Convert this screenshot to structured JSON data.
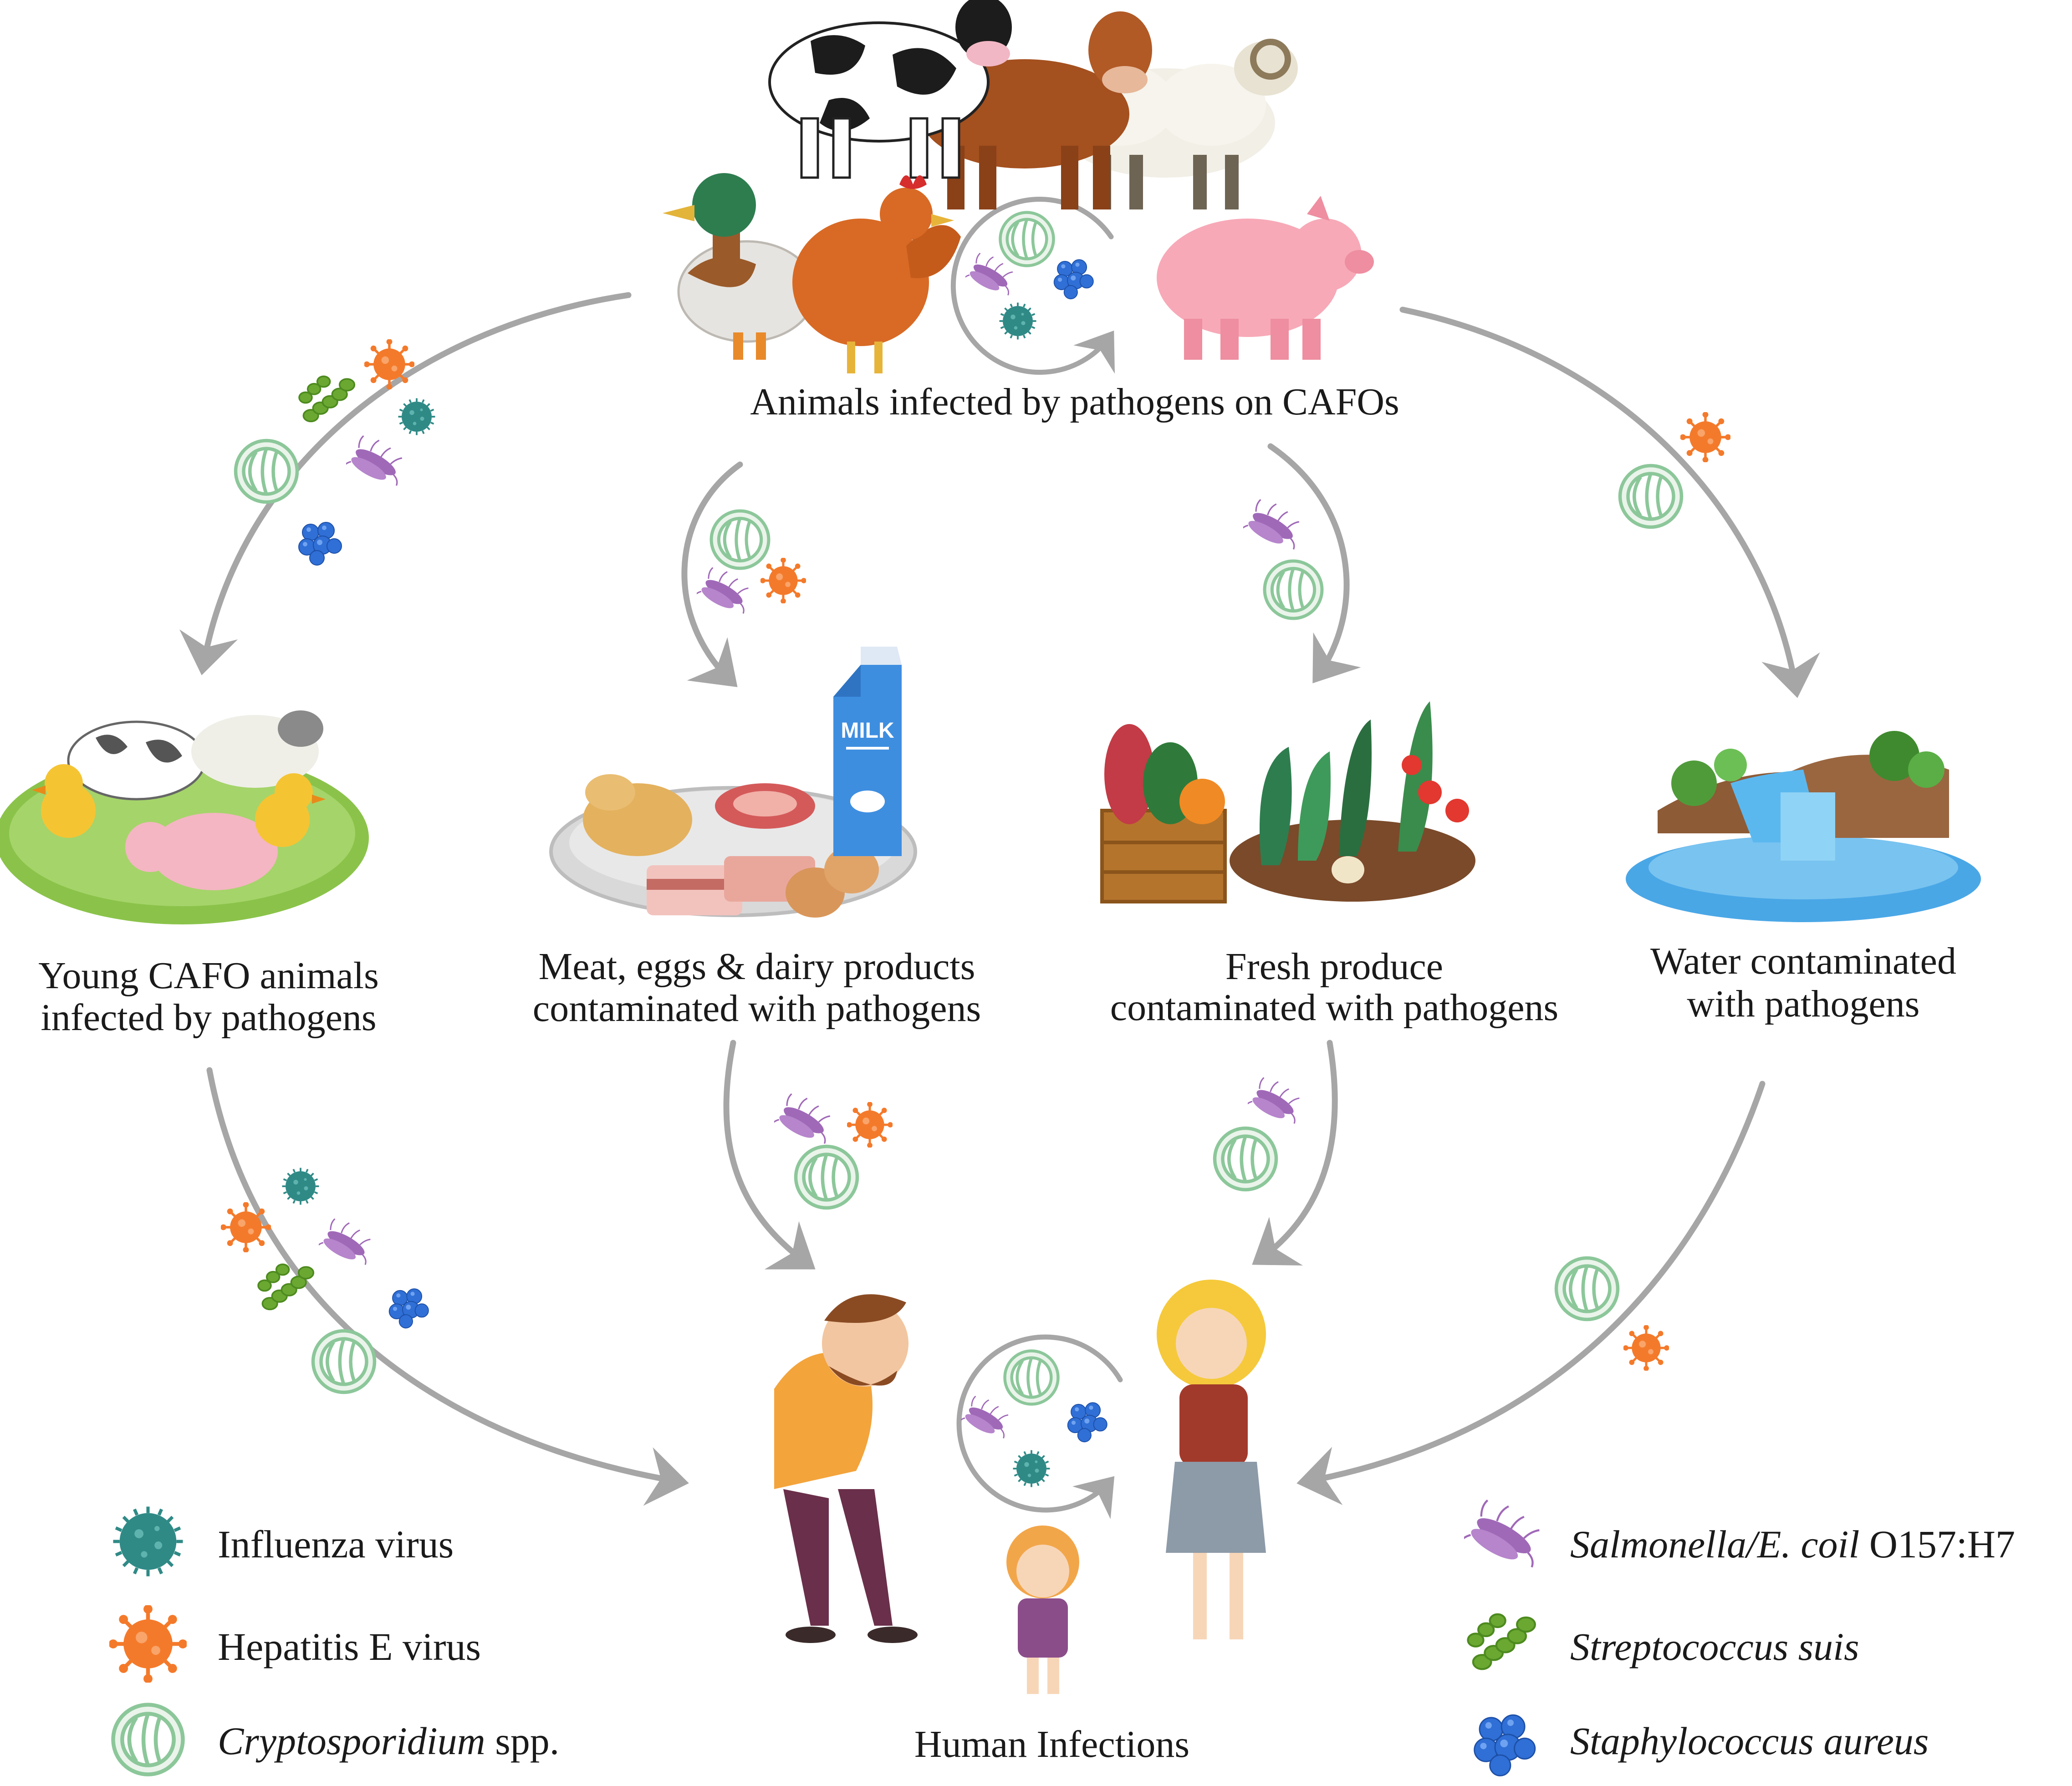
{
  "nodes": {
    "source": {
      "label": "Animals infected by pathogens on CAFOs"
    },
    "young": {
      "line1": "Young CAFO animals",
      "line2": "infected by pathogens"
    },
    "meat": {
      "line1": "Meat, eggs & dairy products",
      "line2": "contaminated with pathogens"
    },
    "produce": {
      "line1": "Fresh produce",
      "line2": "contaminated with pathogens"
    },
    "water": {
      "line1": "Water contaminated",
      "line2": "with pathogens"
    },
    "human": {
      "label": "Human Infections"
    }
  },
  "milk_carton": {
    "text": "MILK"
  },
  "legend_left": [
    {
      "name": "Influenza virus",
      "icon": "influenza-virus-icon",
      "color": "#2f8a86"
    },
    {
      "name": "Hepatitis E virus",
      "icon": "hepatitis-e-virus-icon",
      "color": "#f47a2b"
    },
    {
      "name_italic": "Cryptosporidium",
      "name_plain": " spp.",
      "icon": "cryptosporidium-icon",
      "color": "#8cc79a"
    }
  ],
  "legend_right": [
    {
      "name_italic": "Salmonella/E. coil",
      "name_plain": " O157:H7",
      "icon": "salmonella-ecoli-icon",
      "color": "#a069b8"
    },
    {
      "name_italic": "Streptococcus suis",
      "icon": "streptococcus-suis-icon",
      "color": "#6aa832"
    },
    {
      "name_italic": "Staphylococcus aureus",
      "icon": "staphylococcus-aureus-icon",
      "color": "#2f6fd6"
    }
  ],
  "colors": {
    "arrow": "#a6a6a6",
    "influenza": "#2f8a86",
    "hepatitis": "#f47a2b",
    "crypto": "#8cc79a",
    "salmonella": "#a069b8",
    "strep": "#6aa832",
    "staph": "#2f6fd6"
  }
}
